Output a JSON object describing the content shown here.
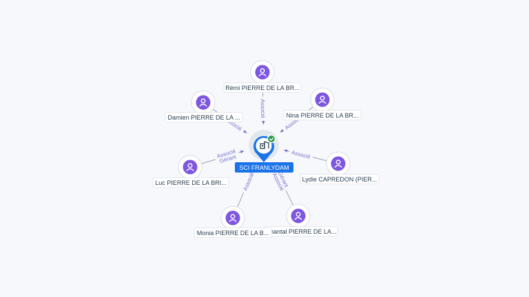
{
  "center": {
    "name": "SCI FRANLYDAM",
    "icon": "company-building-icon",
    "status_icon": "verified-check-icon",
    "color": "#1a73e8",
    "status_color": "#2e9d4e"
  },
  "person_color": "#7e57e0",
  "people": [
    {
      "id": "remi",
      "name": "Rémi PIERRE DE LA BR...",
      "roles": [
        "Associé"
      ]
    },
    {
      "id": "nina",
      "name": "Nina PIERRE DE LA BR...",
      "roles": [
        "Associé"
      ]
    },
    {
      "id": "lydie",
      "name": "Lydie CAPREDON (PIER...",
      "roles": [
        "Associé"
      ]
    },
    {
      "id": "chantal",
      "name": "Chantal PIERRE DE LA...",
      "roles": [
        "Gérant",
        "Associé"
      ]
    },
    {
      "id": "monia",
      "name": "Monia PIERRE DE LA B...",
      "roles": [
        "Associé"
      ]
    },
    {
      "id": "luc",
      "name": "Luc PIERRE DE LA BRI...",
      "roles": [
        "Gérant",
        "Associé"
      ]
    },
    {
      "id": "damien",
      "name": "Damien PIERRE DE LA ...",
      "roles": [
        "Associé"
      ]
    }
  ]
}
